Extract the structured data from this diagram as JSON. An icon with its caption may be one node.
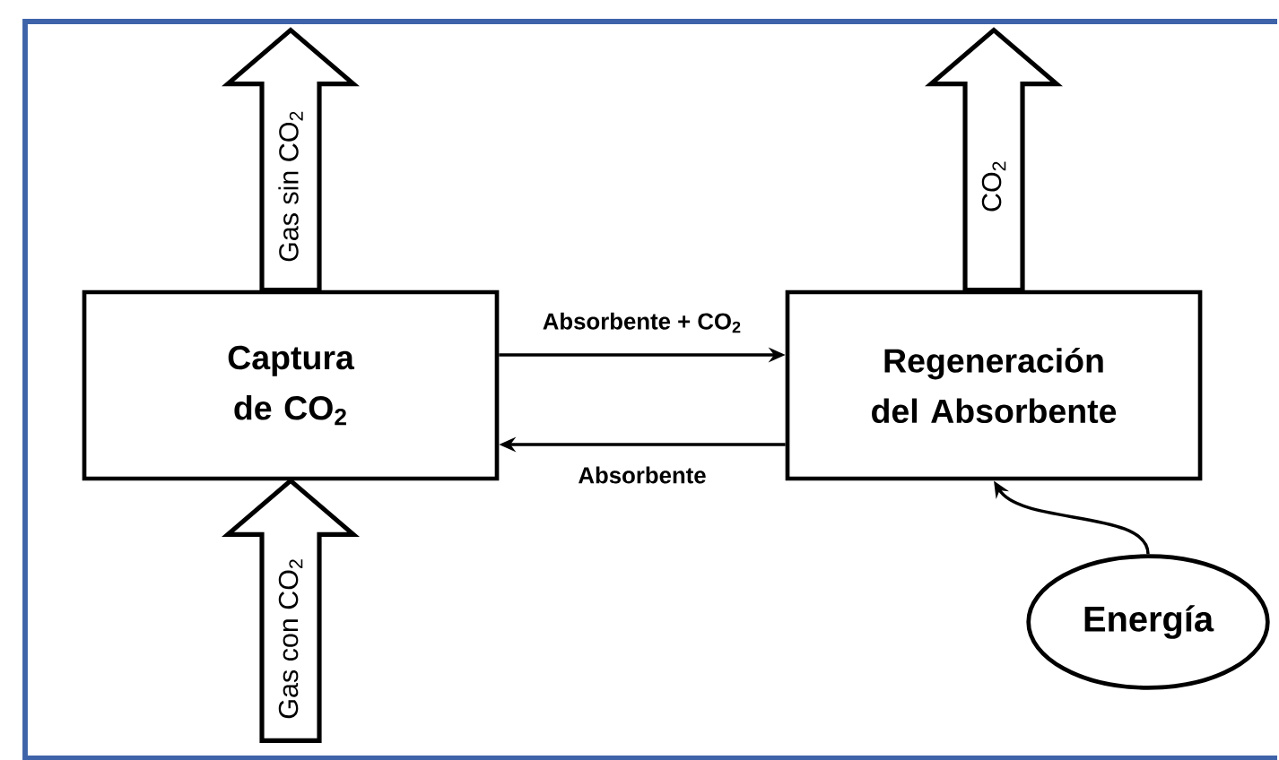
{
  "diagram": {
    "nodes": [
      {
        "text": [
          "Captura de CO$_{2}$"
        ]
      },
      {
        "text": [
          "Regeneración del Absorbente"
        ]
      },
      {
        "text": [
          "Energía"
        ]
      }
    ],
    "edges": [
      {
        "from": 0,
        "to": 1,
        "arrow": "to",
        "label": "Absorbente + CO$_{2}$"
      },
      {
        "from": 1,
        "to": 0,
        "arrow": "to",
        "label": "Absorbente"
      },
      {
        "from": 2,
        "to": 1,
        "arrow": "to"
      },
      {
        "from": 0,
        "to": null,
        "arrow": "to",
        "label": "Gas sin CO$_{2}$",
        "style": "thick"
      },
      {
        "from": null,
        "to": 0,
        "arrow": "to",
        "label": "Gas con CO$_{2}$",
        "style": "thick"
      },
      {
        "from": 1,
        "to": null,
        "arrow": "to",
        "label": "CO$_{2}$",
        "style": "thick"
      }
    ]
  }
}
